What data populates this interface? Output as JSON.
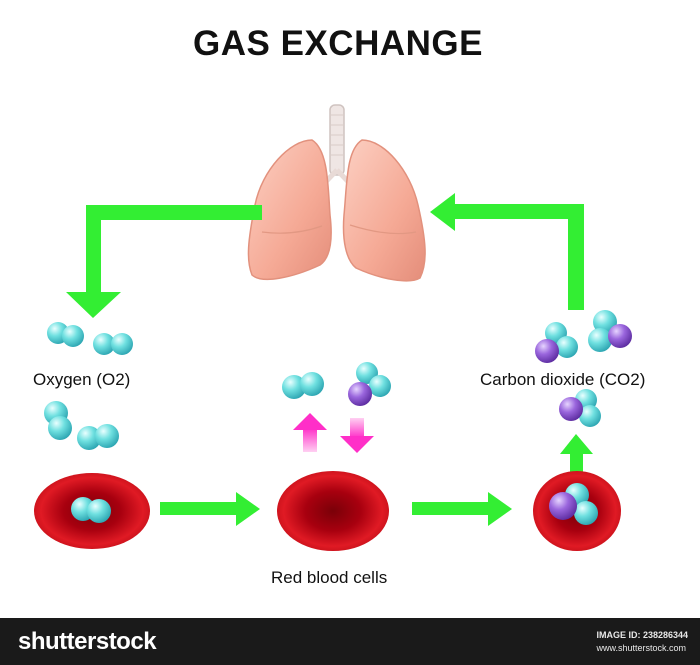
{
  "diagram": {
    "title": "GAS EXCHANGE",
    "labels": {
      "oxygen": "Oxygen (O2)",
      "carbon_dioxide": "Carbon dioxide (CO2)",
      "red_blood_cells": "Red blood cells"
    }
  },
  "colors": {
    "arrow_green": "#33ee33",
    "arrow_pink": "#ff33cc",
    "oxygen_atom": "#55d6d6",
    "carbon_atom": "#8855cc",
    "lung": "#f7b3a3",
    "blood_cell": "#d4141c"
  },
  "footer": {
    "brand": "shutterstock",
    "image_id": "IMAGE ID: 238286344",
    "site": "www.shutterstock.com"
  }
}
